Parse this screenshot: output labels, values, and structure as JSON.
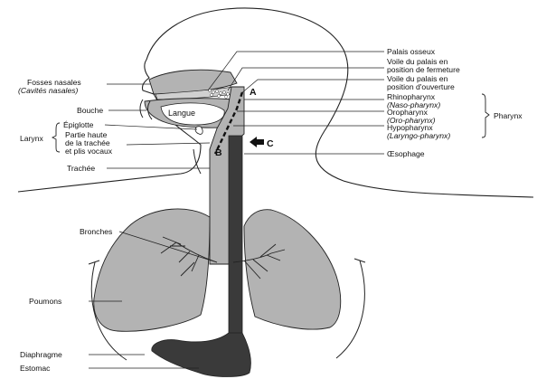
{
  "labels": {
    "fosses_nasales": "Fosses nasales",
    "cavites_nasales": "(Cavités nasales)",
    "bouche": "Bouche",
    "langue": "Langue",
    "epiglotte": "Épiglotte",
    "larynx": "Larynx",
    "partie_haute_1": "Partie haute",
    "partie_haute_2": "de la trachée",
    "partie_haute_3": "et plis vocaux",
    "trachee": "Trachée",
    "bronches": "Bronches",
    "poumons": "Poumons",
    "diaphragme": "Diaphragme",
    "estomac": "Estomac",
    "palais_osseux": "Palais osseux",
    "voile_fermeture_1": "Voile du palais en",
    "voile_fermeture_2": "position de fermeture",
    "voile_ouverture_1": "Voile du palais en",
    "voile_ouverture_2": "position d'ouverture",
    "rhinopharynx": "Rhinopharynx",
    "naso_pharynx": "(Naso-pharynx)",
    "oropharynx": "Oropharynx",
    "oro_pharynx": "(Oro-pharynx)",
    "hypopharynx": "Hypopharynx",
    "laryngo_pharynx": "(Laryngo-pharynx)",
    "pharynx": "Pharynx",
    "oesophage": "Œsophage",
    "point_a": "A",
    "point_b": "B",
    "point_c": "C"
  },
  "colors": {
    "organ_fill": "#b3b3b3",
    "oesophagus_fill": "#3a3a3a",
    "stomach_fill": "#3a3a3a",
    "outline": "#222222"
  }
}
